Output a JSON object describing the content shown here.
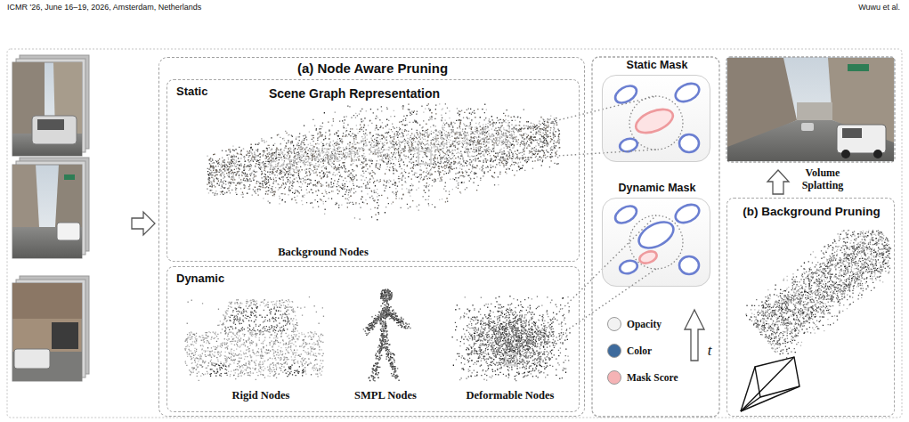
{
  "diagram": {
    "nodes": [
      {
        "text": [
          "(a) Node Aware Pruning"
        ]
      },
      {
        "text": [
          "Static",
          "Scene Graph Representation",
          "Background Nodes"
        ],
        "in": 0
      },
      {
        "text": [
          "Dynamic",
          "Rigid Nodes",
          "SMPL Nodes",
          "Deformable Nodes"
        ],
        "in": 0
      },
      {
        "text": [
          "Static Mask"
        ]
      },
      {
        "text": [
          "Dynamic Mask"
        ]
      },
      {
        "text": [
          "(b) Background Pruning"
        ]
      }
    ],
    "labels": [
      "ICMR '26, June 16–19, 2026, Amsterdam, Netherlands",
      "Wuwu et al.",
      "Volume Splatting",
      "t"
    ],
    "legend": [
      {
        "text": "Opacity",
        "color": "#f2f2f2"
      },
      {
        "text": "Color",
        "color": "#3d6a9c"
      },
      {
        "text": "Mask Score",
        "color": "#f5b3b5"
      }
    ]
  }
}
